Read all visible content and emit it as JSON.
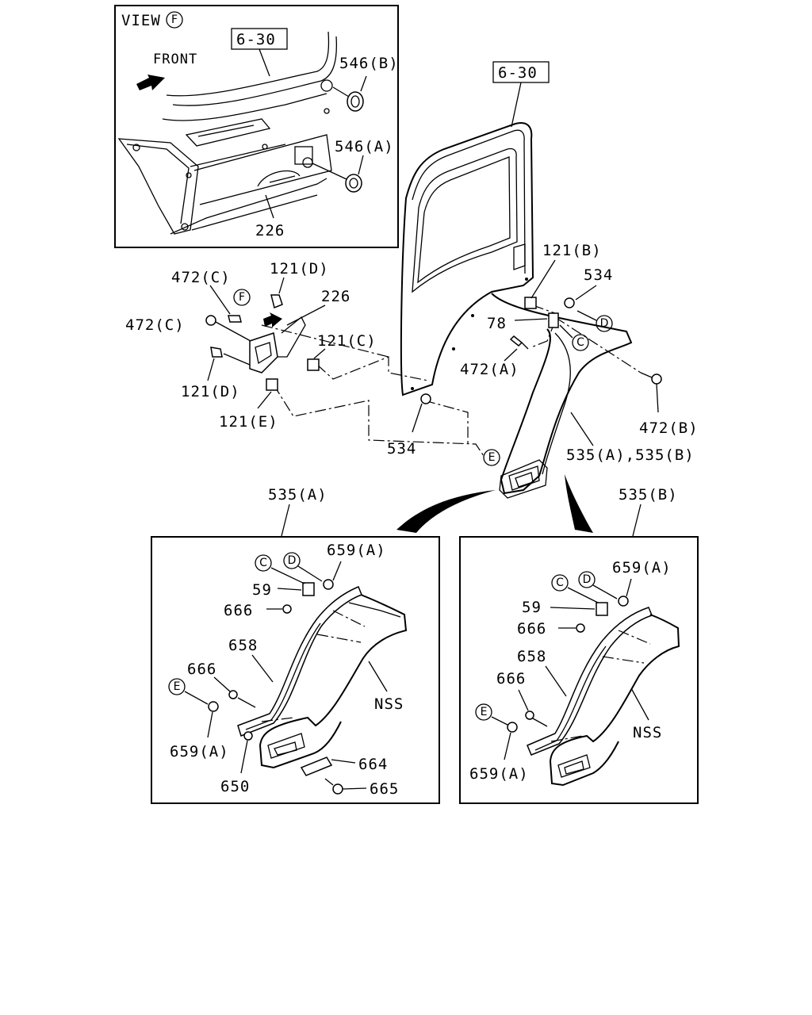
{
  "view_box": {
    "title": "VIEW",
    "title_circle": "F",
    "ref_box": "6-30",
    "front_label": "FRONT",
    "callouts": [
      "546(B)",
      "546(A)",
      "226"
    ]
  },
  "main": {
    "ref_box": "6-30",
    "callouts": [
      "121(B)",
      "534",
      "78",
      "472(C)",
      "121(D)",
      "226",
      "472(C)",
      "121(C)",
      "121(D)",
      "121(E)",
      "472(A)",
      "472(B)",
      "534",
      "535(A),535(B)"
    ],
    "circles": [
      "F",
      "D",
      "C",
      "E"
    ]
  },
  "left_detail": {
    "header": "535(A)",
    "callouts": [
      "659(A)",
      "59",
      "666",
      "658",
      "666",
      "NSS",
      "659(A)",
      "664",
      "650",
      "665"
    ],
    "circles": [
      "C",
      "D",
      "E"
    ]
  },
  "right_detail": {
    "header": "535(B)",
    "callouts": [
      "659(A)",
      "59",
      "666",
      "658",
      "666",
      "NSS",
      "659(A)"
    ],
    "circles": [
      "C",
      "D",
      "E"
    ]
  }
}
